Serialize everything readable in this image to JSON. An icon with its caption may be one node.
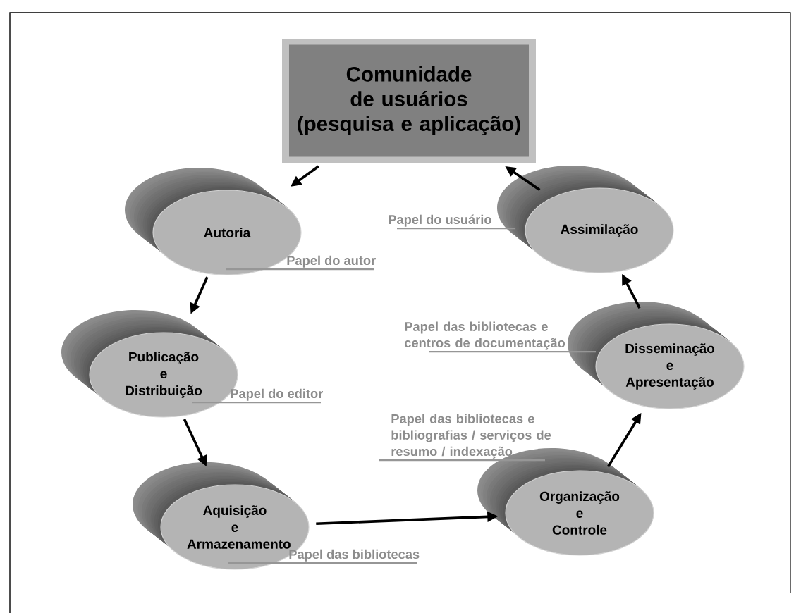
{
  "diagram": {
    "nodes": [
      {
        "text": [
          "Comunidade de usuários (pesquisa e aplicação)"
        ]
      },
      {
        "text": [
          "Autoria"
        ],
        "beside": [
          "Papel do autor"
        ]
      },
      {
        "text": [
          "Publicação e Distribuição"
        ],
        "beside": [
          "Papel do editor"
        ]
      },
      {
        "text": [
          "Aquisição e Armazenamento"
        ],
        "beside": [
          "Papel das bibliotecas"
        ]
      },
      {
        "text": [
          "Organização e Controle"
        ],
        "beside": [
          "Papel das bibliotecas e bibliografias / serviços de resumo / indexação"
        ]
      },
      {
        "text": [
          "Disseminação e Apresentação"
        ],
        "beside": [
          "Papel das bibliotecas e centros de documentação"
        ]
      },
      {
        "text": [
          "Assimilação"
        ],
        "beside": [
          "Papel do usuário"
        ]
      }
    ],
    "edges": [
      {
        "from": 0,
        "to": 1,
        "arrow": "to"
      },
      {
        "from": 1,
        "to": 2,
        "arrow": "to"
      },
      {
        "from": 2,
        "to": 3,
        "arrow": "to"
      },
      {
        "from": 3,
        "to": 4,
        "arrow": "to"
      },
      {
        "from": 4,
        "to": 5,
        "arrow": "to"
      },
      {
        "from": 5,
        "to": 6,
        "arrow": "to"
      },
      {
        "from": 6,
        "to": 0,
        "arrow": "to"
      }
    ]
  }
}
